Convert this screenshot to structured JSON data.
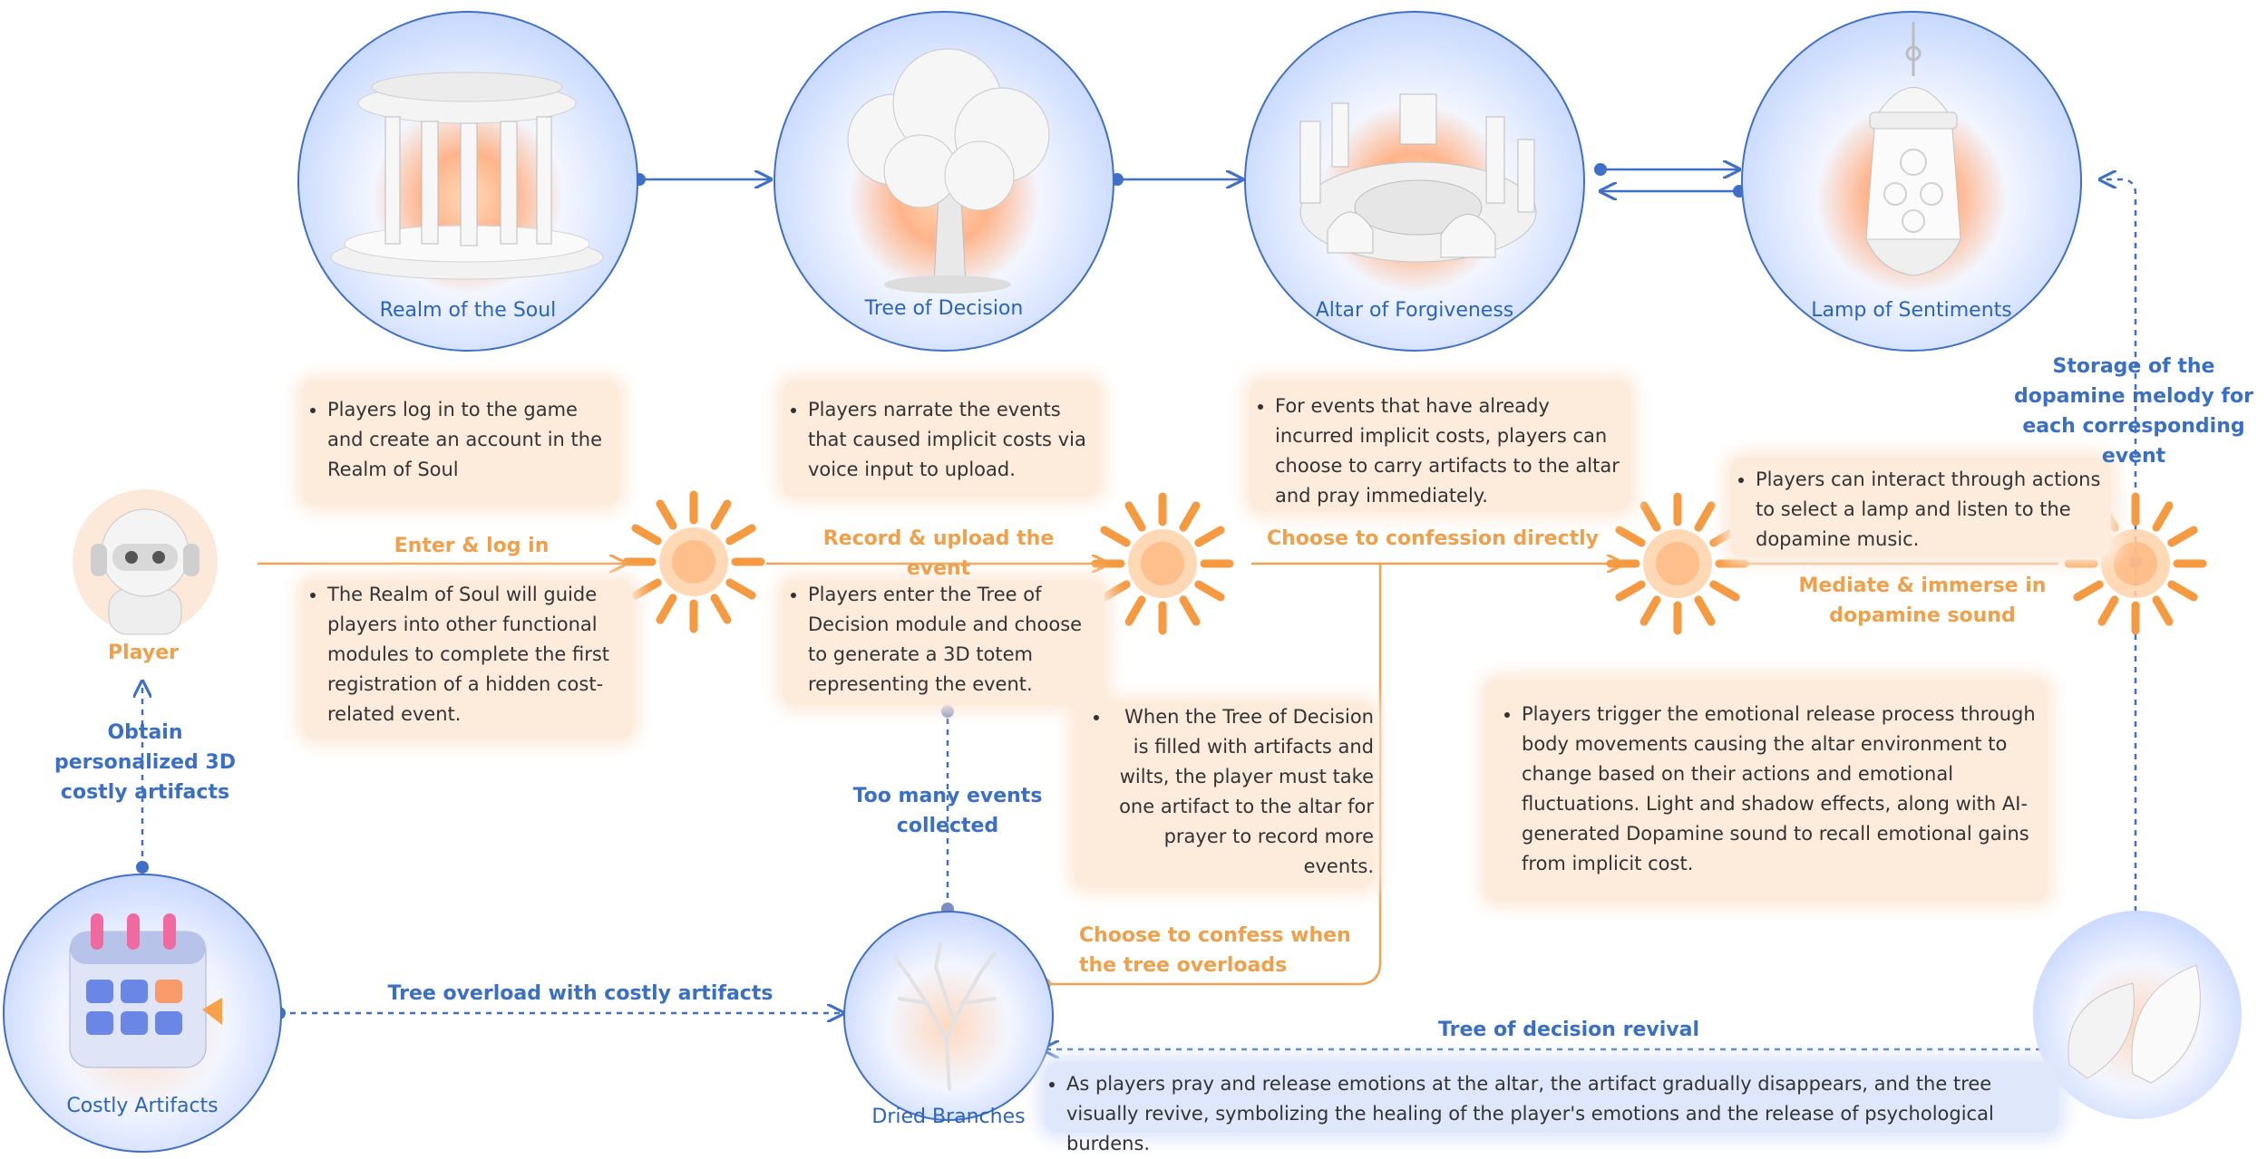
{
  "nodes": {
    "realm": "Realm of the Soul",
    "tree": "Tree of Decision",
    "altar": "Altar of Forgiveness",
    "lamp": "Lamp of Sentiments",
    "player": "Player",
    "artifacts": "Costly Artifacts",
    "branches": "Dried Branches"
  },
  "flow_labels": {
    "enter": "Enter & log in",
    "record": "Record & upload the event",
    "confess": "Choose to confession directly",
    "mediate": "Mediate & immerse in dopamine  sound",
    "overloads": "Choose to confess when the tree overloads",
    "tree_overload": "Tree overload with costly artifacts",
    "too_many": "Too many events collected",
    "obtain": "Obtain personalized 3D costly artifacts",
    "storage": "Storage of the dopamine melody for each corresponding event",
    "revival": "Tree of decision revival"
  },
  "notes": {
    "login_top": "Players log in to the game and create an account in the Realm of Soul",
    "login_bottom": "The Realm of Soul will guide players into other functional modules to complete the first registration of a hidden cost-related event.",
    "record_top": "Players narrate the events that caused implicit costs via voice input to upload.",
    "record_bottom": "Players enter the Tree of Decision module and choose to generate a 3D totem representing the event.",
    "filled": "When the Tree of Decision is filled with artifacts and wilts, the player must take one artifact to the altar for prayer to record more events.",
    "confess_top": "For events that have already incurred implicit costs, players can choose to carry artifacts to the altar and pray immediately.",
    "lamp_note": "Players can interact through actions to select a lamp and listen to the dopamine music.",
    "release": "Players trigger the emotional release process through body movements causing the altar environment to change based on their actions and emotional fluctuations. Light and shadow effects, along with AI-generated Dopamine sound to recall emotional gains from implicit cost.",
    "revival_note": "As players pray and release emotions at the altar, the artifact gradually disappears, and the tree visually revive, symbolizing the healing of the player's emotions and the release of psychological burdens."
  },
  "colors": {
    "blue": "#3f6fc8",
    "orange": "#f5a153",
    "box_orange": "#fdebdc",
    "box_blue": "#dfe7fb"
  }
}
